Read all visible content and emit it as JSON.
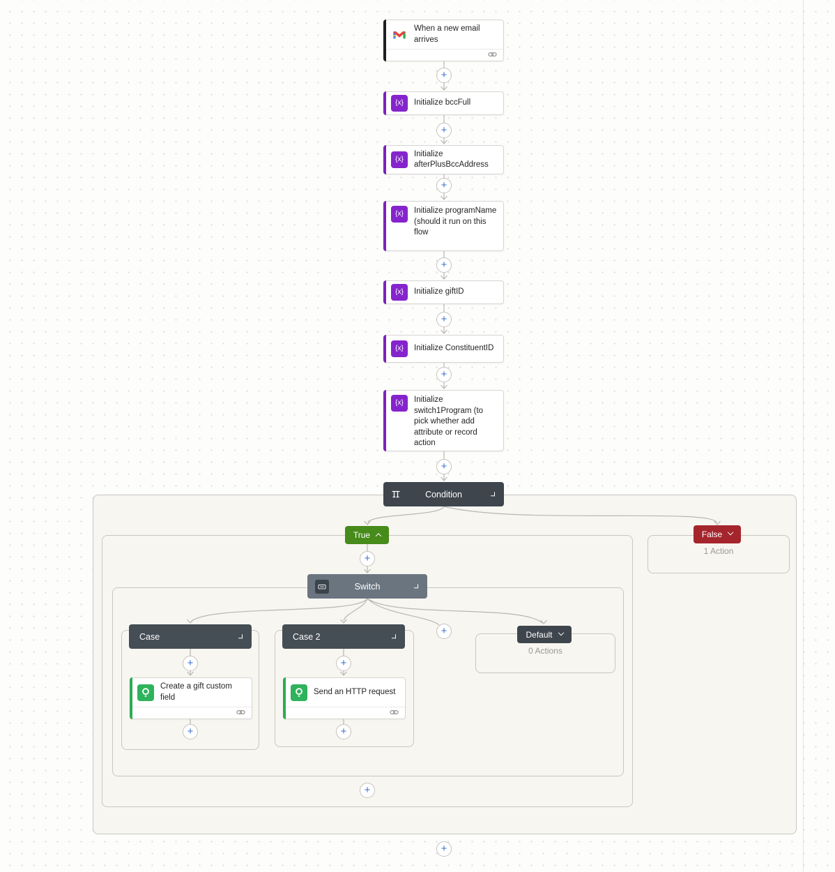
{
  "theme": {
    "canvas_bg": "#fdfdfc",
    "dot_color": "#dddbd8",
    "scope_bg": "#f8f6f1",
    "scope_border": "#c9c6c1",
    "edge_color": "#b9b6b2",
    "card_border": "#d8d6d2",
    "trigger_accent": "#1f1f1f",
    "variable_accent": "#7b22bd",
    "variable_icon_bg": "#8524cc",
    "action_accent": "#2dab52",
    "action_icon_bg": "#2eb25c",
    "condition_header_bg": "#3e454d",
    "case_header_bg": "#454d55",
    "switch_header_bg": "#6b7580",
    "switch_icon_bg": "#3b434b",
    "true_bg": "#478b1b",
    "false_bg": "#a4262c",
    "default_bg": "#3e454d",
    "plus_color": "#3a72d4",
    "muted_text": "#9b9894",
    "text_color": "#242424"
  },
  "trigger": {
    "title": "When a new email arrives",
    "icon": "gmail-icon"
  },
  "chain": [
    {
      "title": "Initialize bccFull"
    },
    {
      "title": "Initialize afterPlusBccAddress"
    },
    {
      "title": "Initialize programName (should it run on this flow"
    },
    {
      "title": "Initialize giftID"
    },
    {
      "title": "Initialize ConstituentID"
    },
    {
      "title": "Initialize switch1Program (to pick whether add attribute or record action"
    }
  ],
  "condition": {
    "label": "Condition"
  },
  "true_branch": {
    "label": "True"
  },
  "false_branch": {
    "label": "False",
    "summary": "1 Action"
  },
  "switch_node": {
    "label": "Switch"
  },
  "cases": [
    {
      "label": "Case",
      "action_title": "Create a gift custom field"
    },
    {
      "label": "Case 2",
      "action_title": "Send an HTTP request"
    }
  ],
  "default_case": {
    "label": "Default",
    "summary": "0 Actions"
  },
  "ui": {
    "add_label": "+"
  }
}
